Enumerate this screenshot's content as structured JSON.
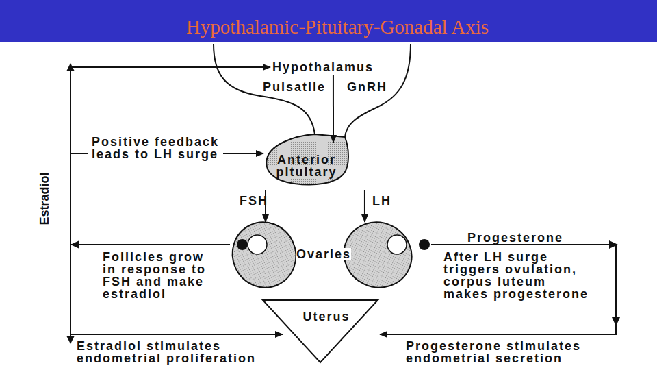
{
  "diagram": {
    "title": "Hypothalamic-Pituitary-Gonadal Axis",
    "nodes": [
      {
        "text": [
          "Hypothalamus"
        ]
      },
      {
        "text": [
          "Anterior pituitary"
        ]
      },
      {
        "text": [
          "Ovaries"
        ]
      },
      {
        "text": [
          "Uterus"
        ]
      }
    ],
    "edges": [
      {
        "from": 0,
        "to": 1,
        "label": "Pulsatile GnRH",
        "arrow": "to"
      },
      {
        "from": 1,
        "to": 2,
        "label": "FSH",
        "arrow": "to"
      },
      {
        "from": 1,
        "to": 2,
        "label": "LH",
        "arrow": "to"
      },
      {
        "from": 2,
        "to": 0,
        "label": "Estradiol",
        "arrow": "to"
      },
      {
        "from": 2,
        "to": 1,
        "label": "Positive feedback leads to LH surge",
        "arrow": "to"
      },
      {
        "from": 2,
        "to": 3,
        "label": "Estradiol stimulates endometrial proliferation",
        "arrow": "to"
      },
      {
        "from": 2,
        "to": 3,
        "label": "Progesterone",
        "arrow": "to"
      }
    ],
    "labels": [
      "Follicles grow in response to FSH and make estradiol",
      "After LH surge triggers ovulation, corpus luteum makes progesterone",
      "Progesterone stimulates endometrial secretion"
    ]
  }
}
